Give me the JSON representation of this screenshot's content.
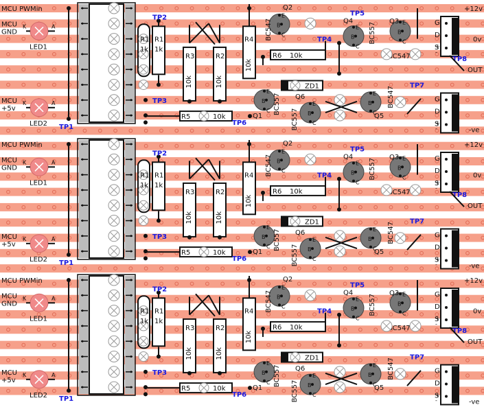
{
  "board": {
    "background": "#ffffff",
    "strip_color": "#f6a08a",
    "led_color": "#f08a8a",
    "transistor_color": "#777777",
    "ic_color": "#bbbbbb"
  },
  "labels": {
    "mcu_pwm": "MCU PWMin",
    "mcu_gnd_1": "MCU",
    "mcu_gnd_2": "GND",
    "mcu_5v_1": "MCU",
    "mcu_5v_2": "+5v",
    "led1": "LED1",
    "led2": "LED2",
    "anode": "A",
    "cathode": "K",
    "plus12": "+12v",
    "zero_v": "0v",
    "out": "OUT",
    "minus_ve": "-ve",
    "r1": "R1",
    "r1_val": "1k",
    "r2": "R2",
    "r3": "R3",
    "r4": "R4",
    "r5": "R5",
    "r6": "R6",
    "val_10k": "10k",
    "zd1": "ZD1",
    "q1": "Q1",
    "q2": "Q2",
    "q3": "Q3",
    "q4": "Q4",
    "q5": "Q5",
    "q6": "Q6",
    "bc547": "BC547",
    "bc557": "BC557",
    "pin_e": "E",
    "pin_b": "B",
    "pin_c": "C",
    "mos_g": "G",
    "mos_d": "D",
    "mos_s": "S",
    "plus": "+",
    "minus": "-",
    "tp1": "TP1",
    "tp2": "TP2",
    "tp3": "TP3",
    "tp4": "TP4",
    "tp5": "TP5",
    "tp6": "TP6",
    "tp7": "TP7",
    "tp8": "TP8"
  }
}
